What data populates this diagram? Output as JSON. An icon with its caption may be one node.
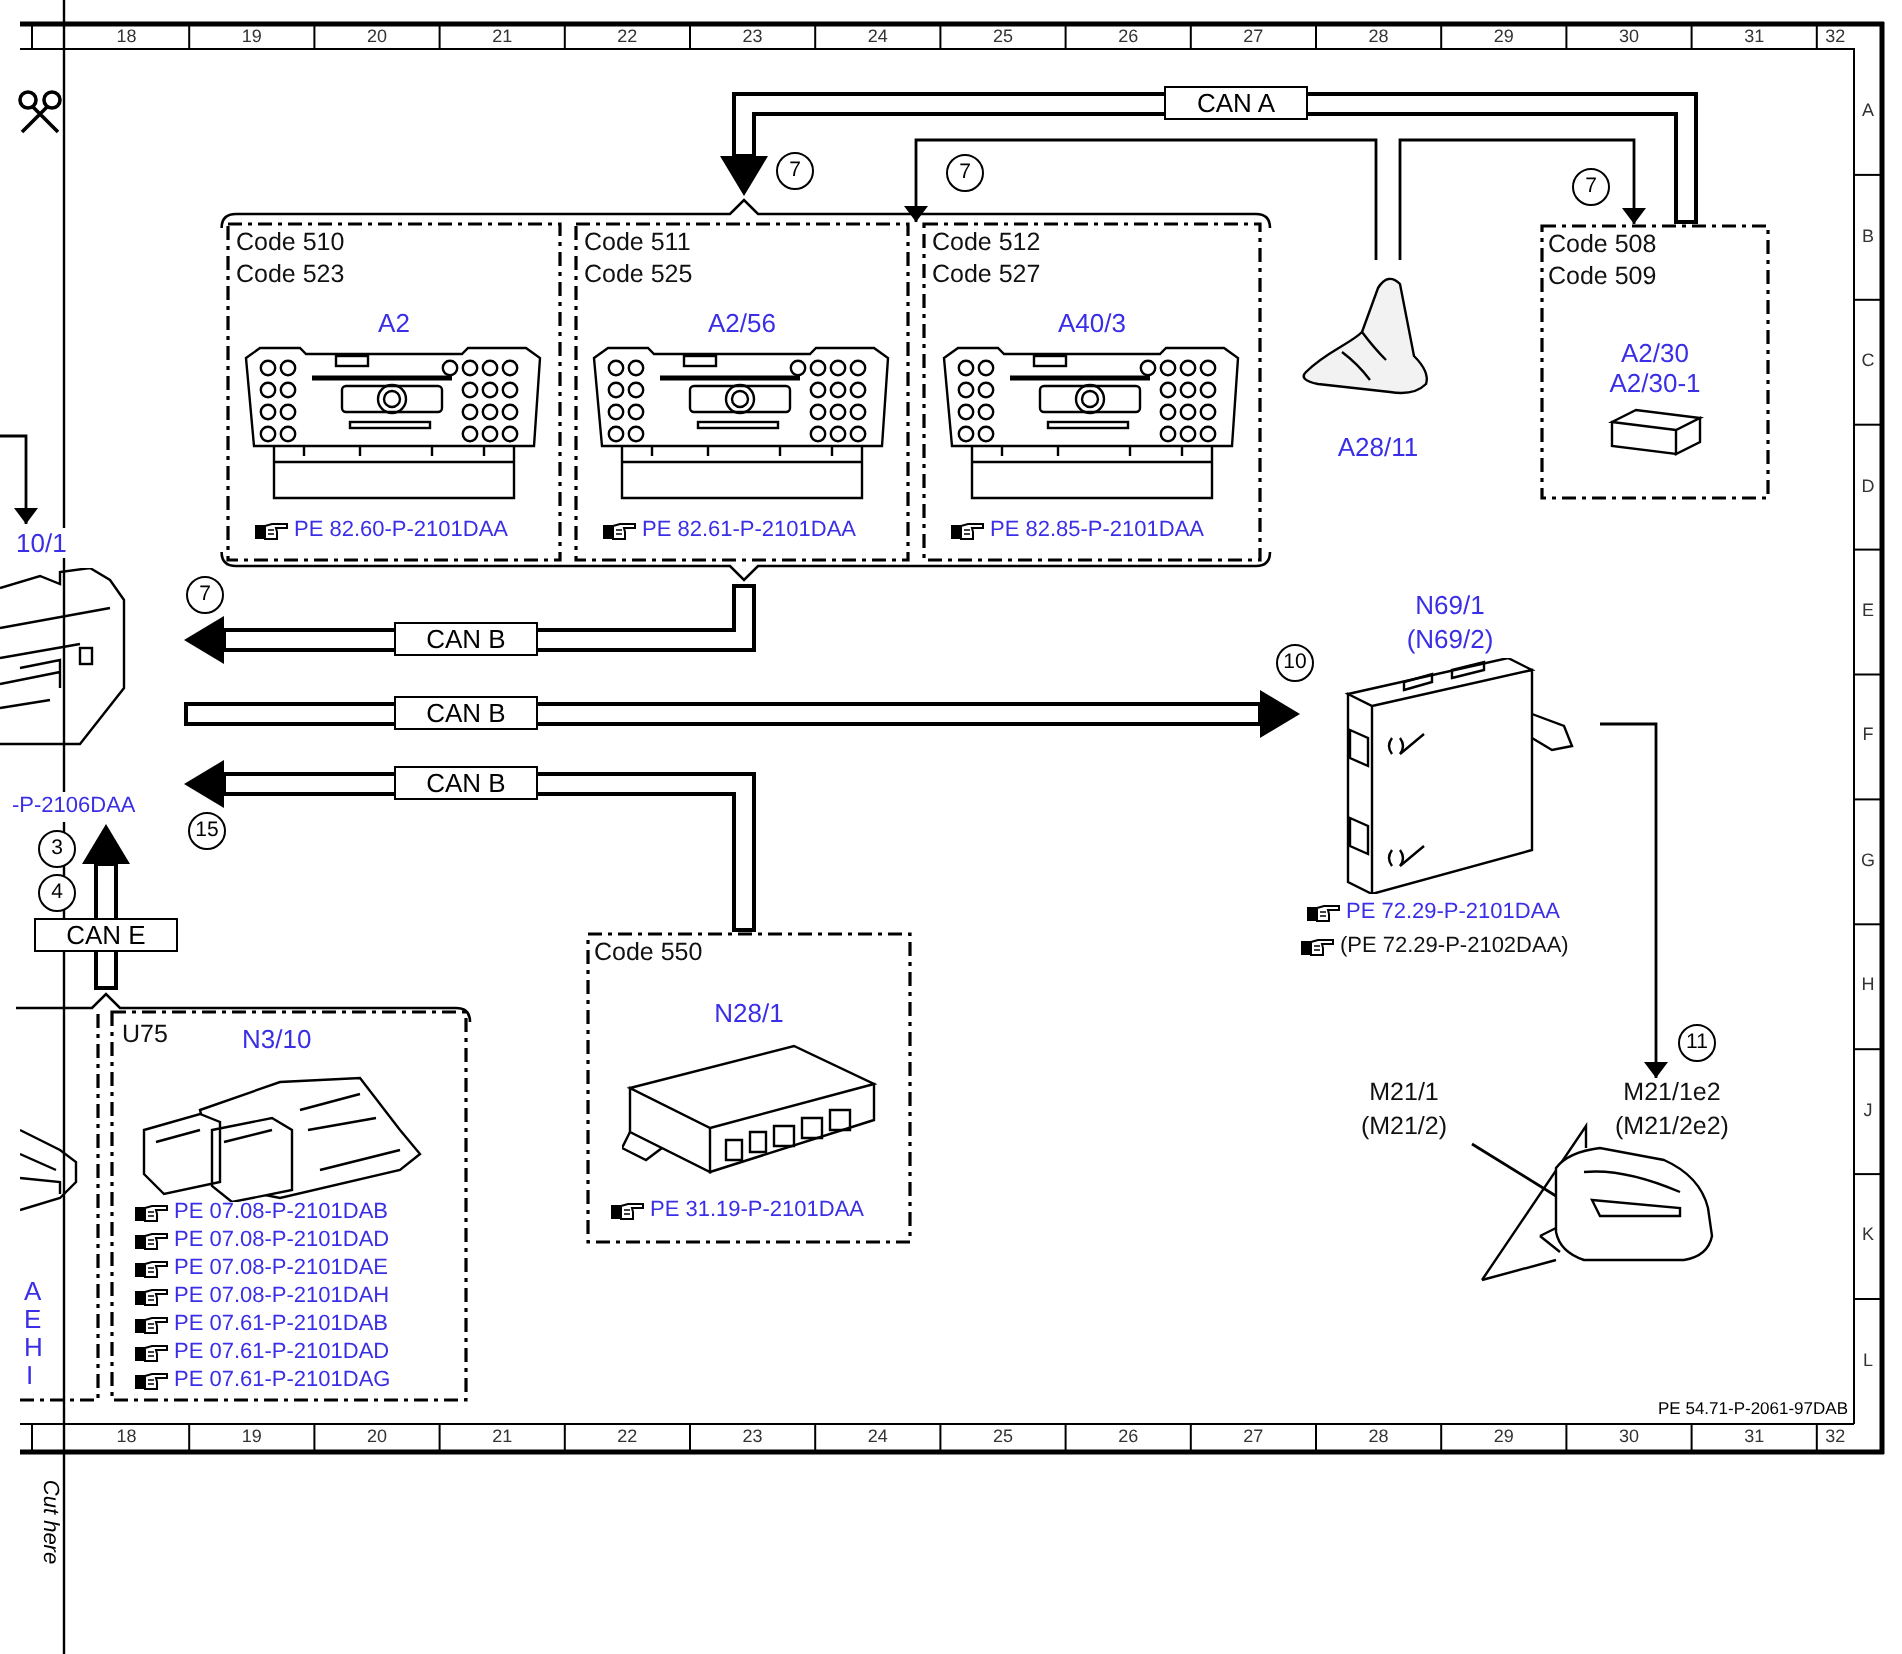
{
  "diagram": {
    "nodes": [
      {
        "text": [],
        "shape": "bracket"
      },
      {
        "text": [
          "Code 510",
          "Code 523",
          "A2",
          "PE 82.60-P-2101DAA"
        ],
        "in": 0
      },
      {
        "text": [
          "Code 511",
          "Code 525",
          "A2/56",
          "PE 82.61-P-2101DAA"
        ],
        "in": 0
      },
      {
        "text": [
          "Code 512",
          "Code 527",
          "A40/3",
          "PE 82.85-P-2101DAA"
        ],
        "in": 0
      },
      {
        "text": [
          "A28/11"
        ]
      },
      {
        "text": [
          "Code 508",
          "Code 509",
          "A2/30",
          "A2/30-1"
        ]
      },
      {
        "text": [
          "10/1",
          "-P-2106DAA"
        ]
      },
      {
        "text": [
          "Code 550",
          "N28/1",
          "PE 31.19-P-2101DAA"
        ]
      },
      {
        "text": [
          "N69/1",
          "(N69/2)",
          "PE 72.29-P-2101DAA",
          "(PE 72.29-P-2102DAA)"
        ]
      },
      {
        "text": [],
        "shape": "picture"
      },
      {
        "text": [
          "M21/1",
          "(M21/2)"
        ]
      },
      {
        "text": [
          "M21/1e2",
          "(M21/2e2)"
        ]
      },
      {
        "text": [],
        "shape": "bracket"
      },
      {
        "text": [
          "A",
          "E",
          "H",
          "I"
        ],
        "in": 12
      },
      {
        "text": [
          "U75",
          "N3/10",
          "PE 07.08-P-2101DAB",
          "PE 07.08-P-2101DAD",
          "PE 07.08-P-2101DAE",
          "PE 07.08-P-2101DAH",
          "PE 07.61-P-2101DAB",
          "PE 07.61-P-2101DAD",
          "PE 07.61-P-2101DAG"
        ],
        "in": 12
      }
    ],
    "edges": [
      {
        "from": 5,
        "to": 0,
        "arrow": "to",
        "label": "CAN A",
        "style": "thick"
      },
      {
        "from": 4,
        "to": 3,
        "arrow": "to"
      },
      {
        "from": 4,
        "to": 5,
        "arrow": "to"
      },
      {
        "from": 0,
        "to": 6,
        "arrow": "to",
        "label": "CAN B",
        "style": "thick"
      },
      {
        "from": 6,
        "to": 8,
        "arrow": "to",
        "label": "CAN B",
        "style": "thick"
      },
      {
        "from": 7,
        "to": 6,
        "arrow": "to",
        "label": "CAN B",
        "style": "thick"
      },
      {
        "from": 12,
        "to": 6,
        "arrow": "to",
        "label": "CAN E",
        "style": "thick"
      },
      {
        "from": 8,
        "to": 11,
        "arrow": "to"
      },
      {
        "from": null,
        "to": 6,
        "arrow": "to"
      },
      {
        "from": 10,
        "to": 9,
        "arrow": "none"
      }
    ],
    "labels": [
      "18",
      "19",
      "20",
      "21",
      "22",
      "23",
      "24",
      "25",
      "26",
      "27",
      "28",
      "29",
      "30",
      "31",
      "32",
      "A",
      "B",
      "C",
      "D",
      "E",
      "F",
      "G",
      "H",
      "J",
      "K",
      "L",
      "18",
      "19",
      "20",
      "21",
      "22",
      "23",
      "24",
      "25",
      "26",
      "27",
      "28",
      "29",
      "30",
      "31",
      "32",
      "PE 54.71-P-2061-97DAB",
      "Cut here",
      "7",
      "7",
      "7",
      "7",
      "10",
      "15",
      "3",
      "4",
      "11"
    ]
  }
}
